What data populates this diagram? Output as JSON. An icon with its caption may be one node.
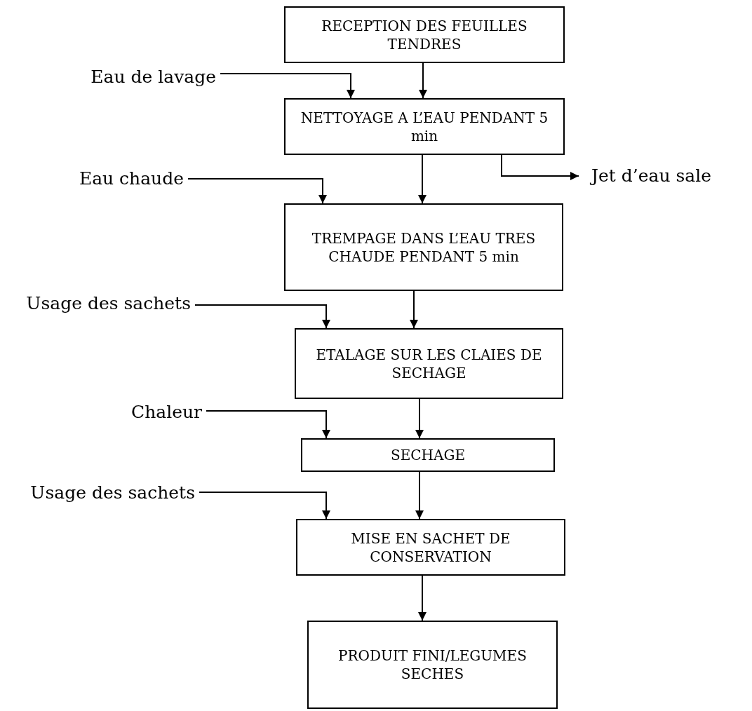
{
  "diagram": {
    "nodes": [
      {
        "text": [
          "RECEPTION DES FEUILLES TENDRES"
        ]
      },
      {
        "text": [
          "Eau de lavage"
        ]
      },
      {
        "text": [
          "NETTOYAGE A L’EAU PENDANT 5 min"
        ]
      },
      {
        "text": [
          "Eau chaude"
        ]
      },
      {
        "text": [
          "Jet d’eau sale"
        ]
      },
      {
        "text": [
          "TREMPAGE DANS L’EAU TRES CHAUDE PENDANT 5 min"
        ]
      },
      {
        "text": [
          "Usage des sachets"
        ]
      },
      {
        "text": [
          "ETALAGE SUR LES CLAIES DE SECHAGE"
        ]
      },
      {
        "text": [
          "Chaleur"
        ]
      },
      {
        "text": [
          "SECHAGE"
        ]
      },
      {
        "text": [
          "Usage des sachets"
        ]
      },
      {
        "text": [
          "MISE EN SACHET DE CONSERVATION"
        ]
      },
      {
        "text": [
          "PRODUIT FINI/LEGUMES SECHES"
        ]
      }
    ],
    "edges": [
      {
        "from": 0,
        "to": 2,
        "arrow": "to"
      },
      {
        "from": 1,
        "to": 2,
        "arrow": "to"
      },
      {
        "from": 2,
        "to": 5,
        "arrow": "to"
      },
      {
        "from": 3,
        "to": 5,
        "arrow": "to"
      },
      {
        "from": 2,
        "to": 4,
        "arrow": "to"
      },
      {
        "from": 5,
        "to": 7,
        "arrow": "to"
      },
      {
        "from": 6,
        "to": 7,
        "arrow": "to"
      },
      {
        "from": 7,
        "to": 9,
        "arrow": "to"
      },
      {
        "from": 8,
        "to": 9,
        "arrow": "to"
      },
      {
        "from": 9,
        "to": 11,
        "arrow": "to"
      },
      {
        "from": 10,
        "to": 11,
        "arrow": "to"
      },
      {
        "from": 11,
        "to": 12,
        "arrow": "to"
      }
    ]
  }
}
